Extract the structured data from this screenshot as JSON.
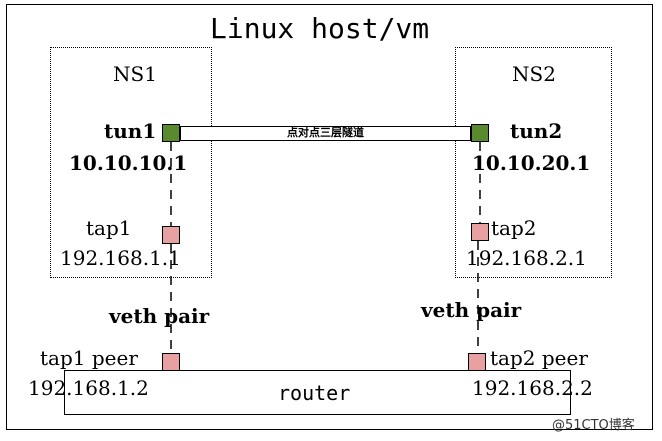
{
  "title": "Linux host/vm",
  "ns1": {
    "label": "NS1",
    "tun_label": "tun1",
    "tun_ip": "10.10.10.1",
    "tap_label": "tap1",
    "tap_ip": "192.168.1.1"
  },
  "ns2": {
    "label": "NS2",
    "tun_label": "tun2",
    "tun_ip": "10.10.20.1",
    "tap_label": "tap2",
    "tap_ip": "192.168.2.1"
  },
  "tunnel_label": "点对点三层隧道",
  "veth_pair_left": "veth pair",
  "veth_pair_right": "veth pair",
  "router": {
    "label": "router",
    "tap1_peer_label": "tap1 peer",
    "tap1_peer_ip": "192.168.1.2",
    "tap2_peer_label": "tap2 peer",
    "tap2_peer_ip": "192.168.2.2"
  },
  "watermark": "@51CTO博客",
  "colors": {
    "tun_fill": "#5a8a2e",
    "tap_fill": "#e8a0a0",
    "line": "#000000"
  }
}
